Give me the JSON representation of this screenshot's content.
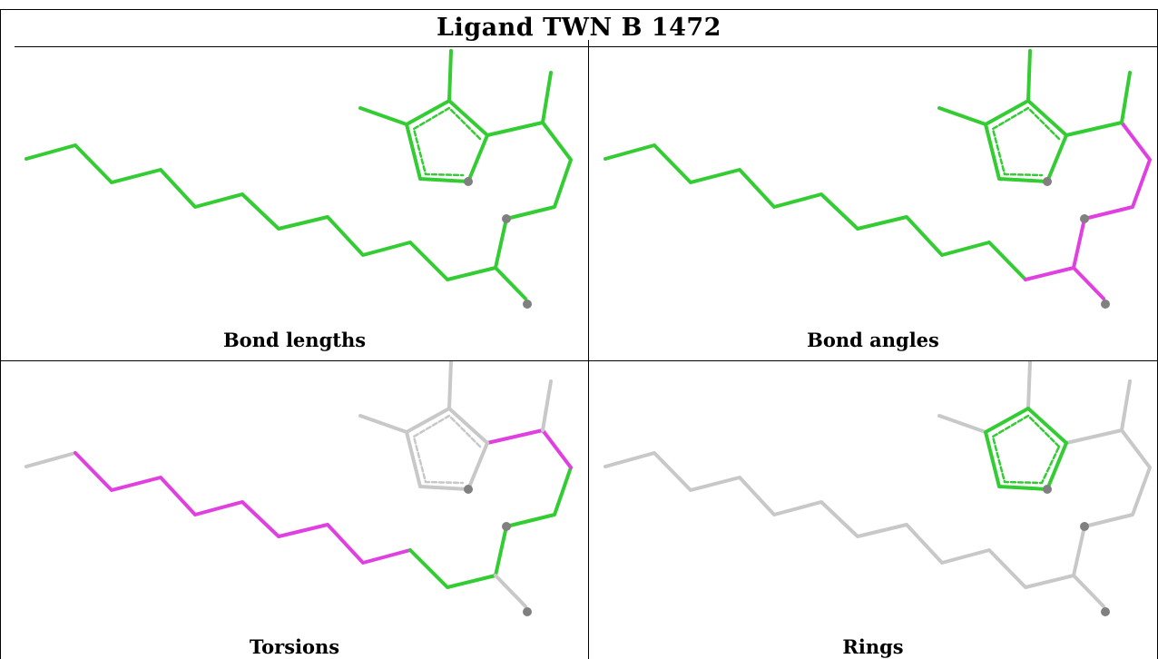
{
  "title": "Ligand TWN B 1472",
  "panels": [
    {
      "label": "Bond lengths"
    },
    {
      "label": "Bond angles"
    },
    {
      "label": "Torsions"
    },
    {
      "label": "Rings"
    }
  ],
  "colors": {
    "green": "#33cc33",
    "magenta": "#e040e0",
    "gray": "#c8c8c8",
    "atom": "#808080"
  }
}
